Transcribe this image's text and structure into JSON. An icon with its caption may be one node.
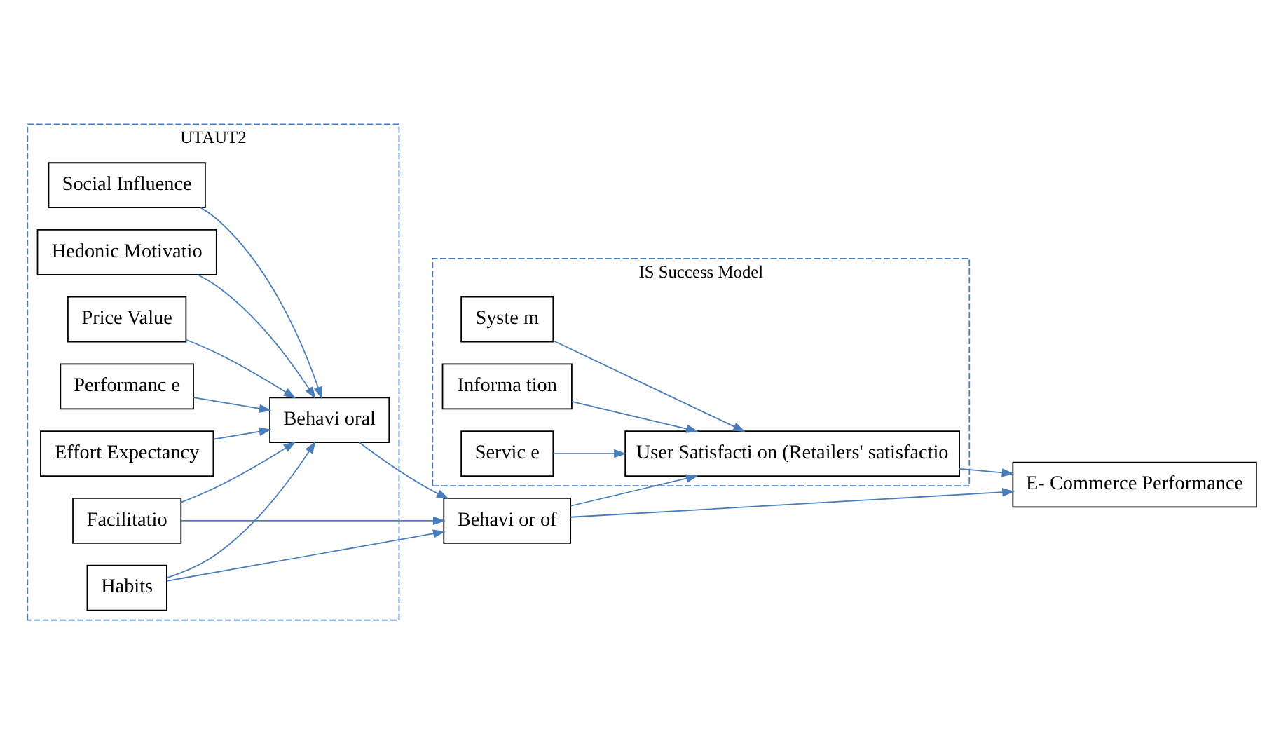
{
  "diagram": {
    "nodes": [
      {
        "text": [
          "UTAUT2"
        ]
      },
      {
        "text": [
          "Performanc e"
        ],
        "in": 0
      },
      {
        "text": [
          "Effort Expectancy"
        ],
        "in": 0
      },
      {
        "text": [
          "Social Influence"
        ],
        "in": 0
      },
      {
        "text": [
          "Facilitatio"
        ],
        "in": 0
      },
      {
        "text": [
          "Hedonic Motivatio"
        ],
        "in": 0
      },
      {
        "text": [
          "Price Value"
        ],
        "in": 0
      },
      {
        "text": [
          "Habits"
        ],
        "in": 0
      },
      {
        "text": [
          "Behavi oral"
        ],
        "in": 0
      },
      {
        "text": [
          "IS Success Model"
        ]
      },
      {
        "text": [
          "Servic e"
        ],
        "in": 9
      },
      {
        "text": [
          "Syste m"
        ],
        "in": 9
      },
      {
        "text": [
          "Informa tion"
        ],
        "in": 9
      },
      {
        "text": [
          "User Satisfacti on (Retailers' satisfactio"
        ],
        "in": 9
      },
      {
        "text": [
          "Behavi or of"
        ]
      },
      {
        "text": [
          "E- Commerce Performance"
        ]
      }
    ],
    "edges": [
      {
        "from": 1,
        "to": 8,
        "arrow": "to"
      },
      {
        "from": 2,
        "to": 8,
        "arrow": "to"
      },
      {
        "from": 3,
        "to": 8,
        "arrow": "to"
      },
      {
        "from": 4,
        "to": 8,
        "arrow": "to"
      },
      {
        "from": 5,
        "to": 8,
        "arrow": "to"
      },
      {
        "from": 6,
        "to": 8,
        "arrow": "to"
      },
      {
        "from": 7,
        "to": 8,
        "arrow": "to"
      },
      {
        "from": 4,
        "to": 14,
        "arrow": "to"
      },
      {
        "from": 7,
        "to": 14,
        "arrow": "to"
      },
      {
        "from": 8,
        "to": 14,
        "arrow": "to"
      },
      {
        "from": 10,
        "to": 13,
        "arrow": "to"
      },
      {
        "from": 11,
        "to": 13,
        "arrow": "to"
      },
      {
        "from": 12,
        "to": 13,
        "arrow": "to"
      },
      {
        "from": 14,
        "to": 13,
        "arrow": "to"
      },
      {
        "from": 14,
        "to": 15,
        "arrow": "to"
      },
      {
        "from": 13,
        "to": 15,
        "arrow": "to"
      }
    ]
  }
}
